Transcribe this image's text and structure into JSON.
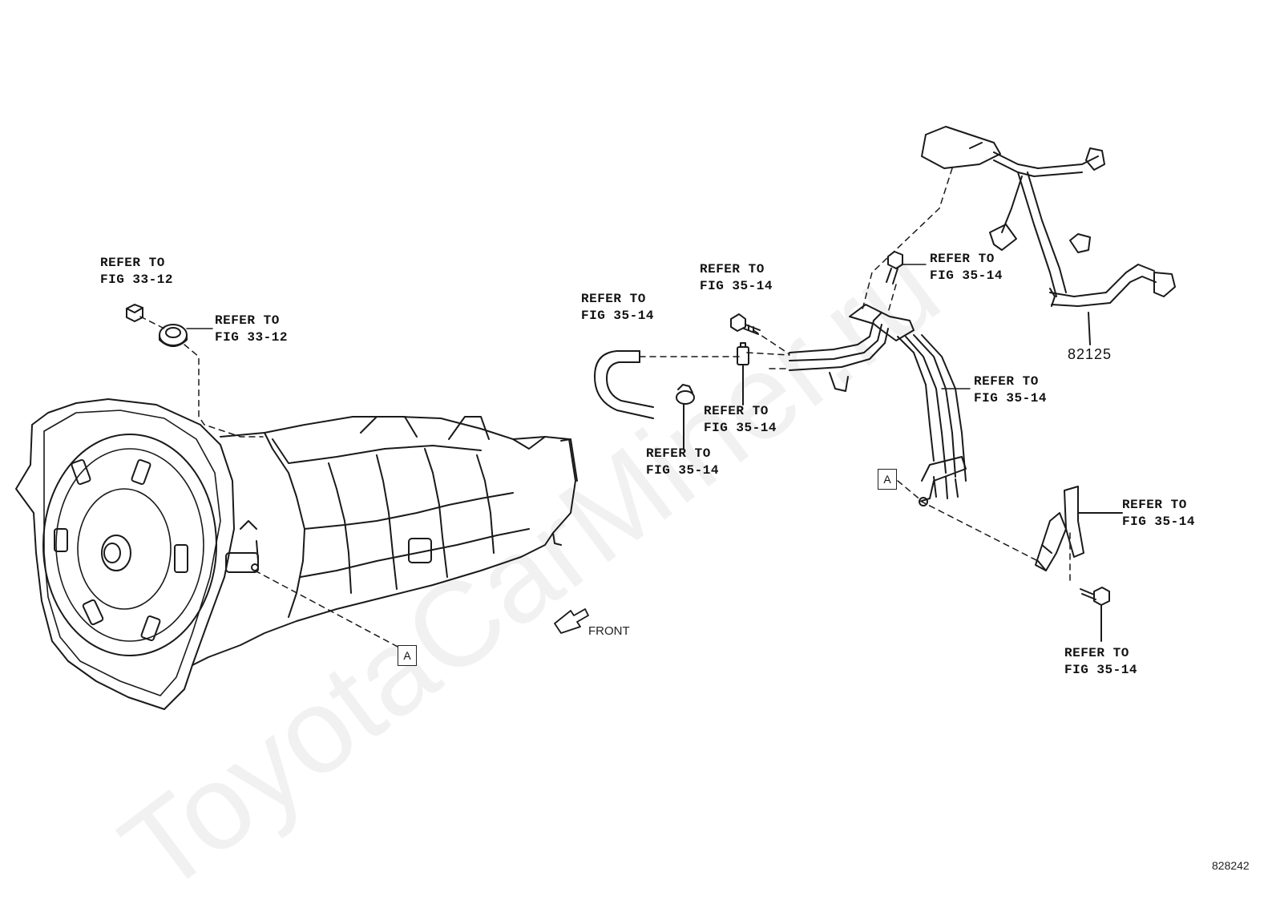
{
  "watermark": "ToyotaCarMiner.ru",
  "diagram_id": "828242",
  "front_label": "FRONT",
  "ref_line": "REFER TO",
  "figs": {
    "fig_33_12": "FIG 33-12",
    "fig_35_14": "FIG 35-14"
  },
  "parts": {
    "harness": "82125"
  },
  "connection_marker": "A",
  "colors": {
    "line": "#1a1a1a",
    "watermark": "#e6e6e6"
  }
}
